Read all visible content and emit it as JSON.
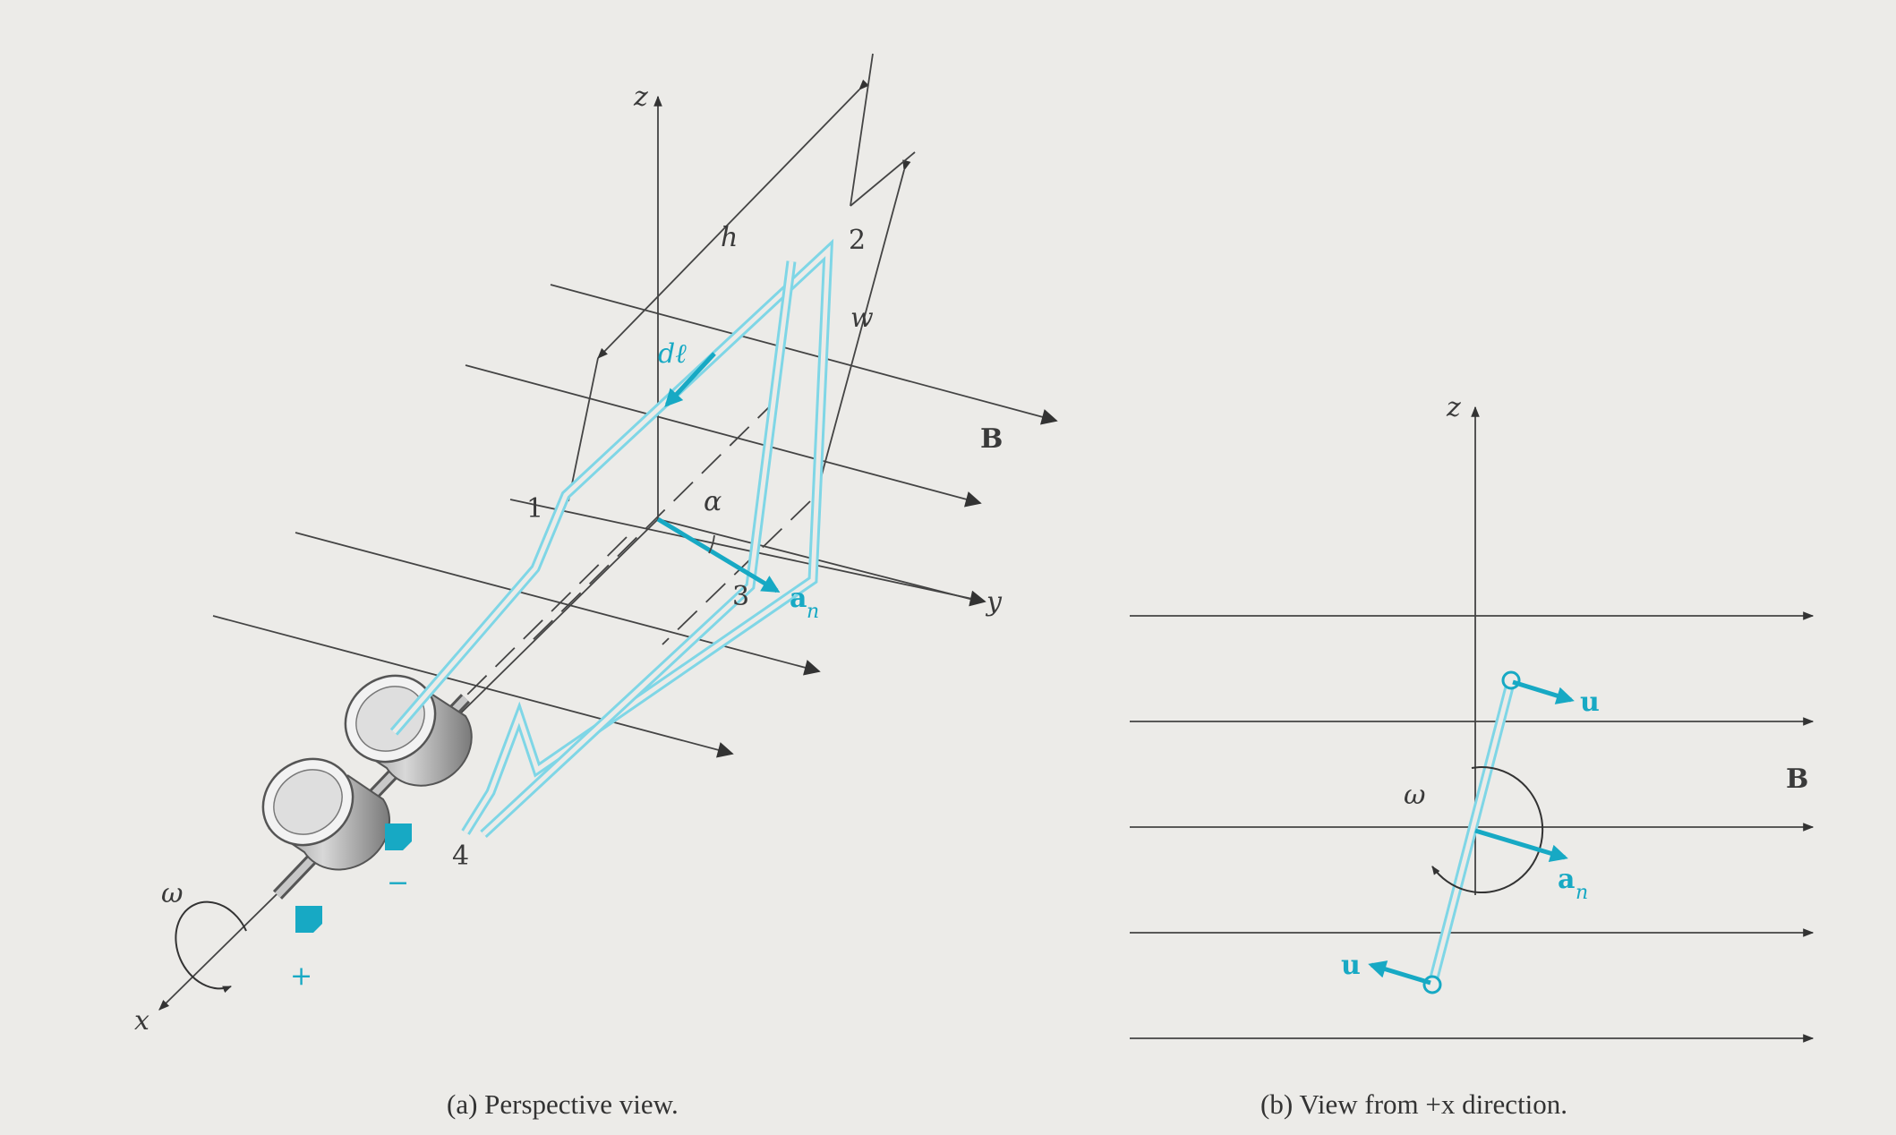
{
  "caption_a": "(a) Perspective view.",
  "caption_b": "(b) View from +x direction.",
  "labels_a": {
    "z": "z",
    "x": "x",
    "y": "y",
    "h": "h",
    "w": "w",
    "p1": "1",
    "p2": "2",
    "p3": "3",
    "p4": "4",
    "dl": "dℓ",
    "alpha": "α",
    "an": "a",
    "an_sub": "n",
    "B": "B",
    "omega": "ω",
    "plus": "+",
    "minus": "−"
  },
  "labels_b": {
    "z": "z",
    "omega": "ω",
    "u_top": "u",
    "u_bottom": "u",
    "an": "a",
    "an_sub": "n",
    "B": "B"
  },
  "colors": {
    "wire": "#7fd6e6",
    "vector": "#17a9c4",
    "line": "#444444",
    "background": "#ecebe8"
  }
}
